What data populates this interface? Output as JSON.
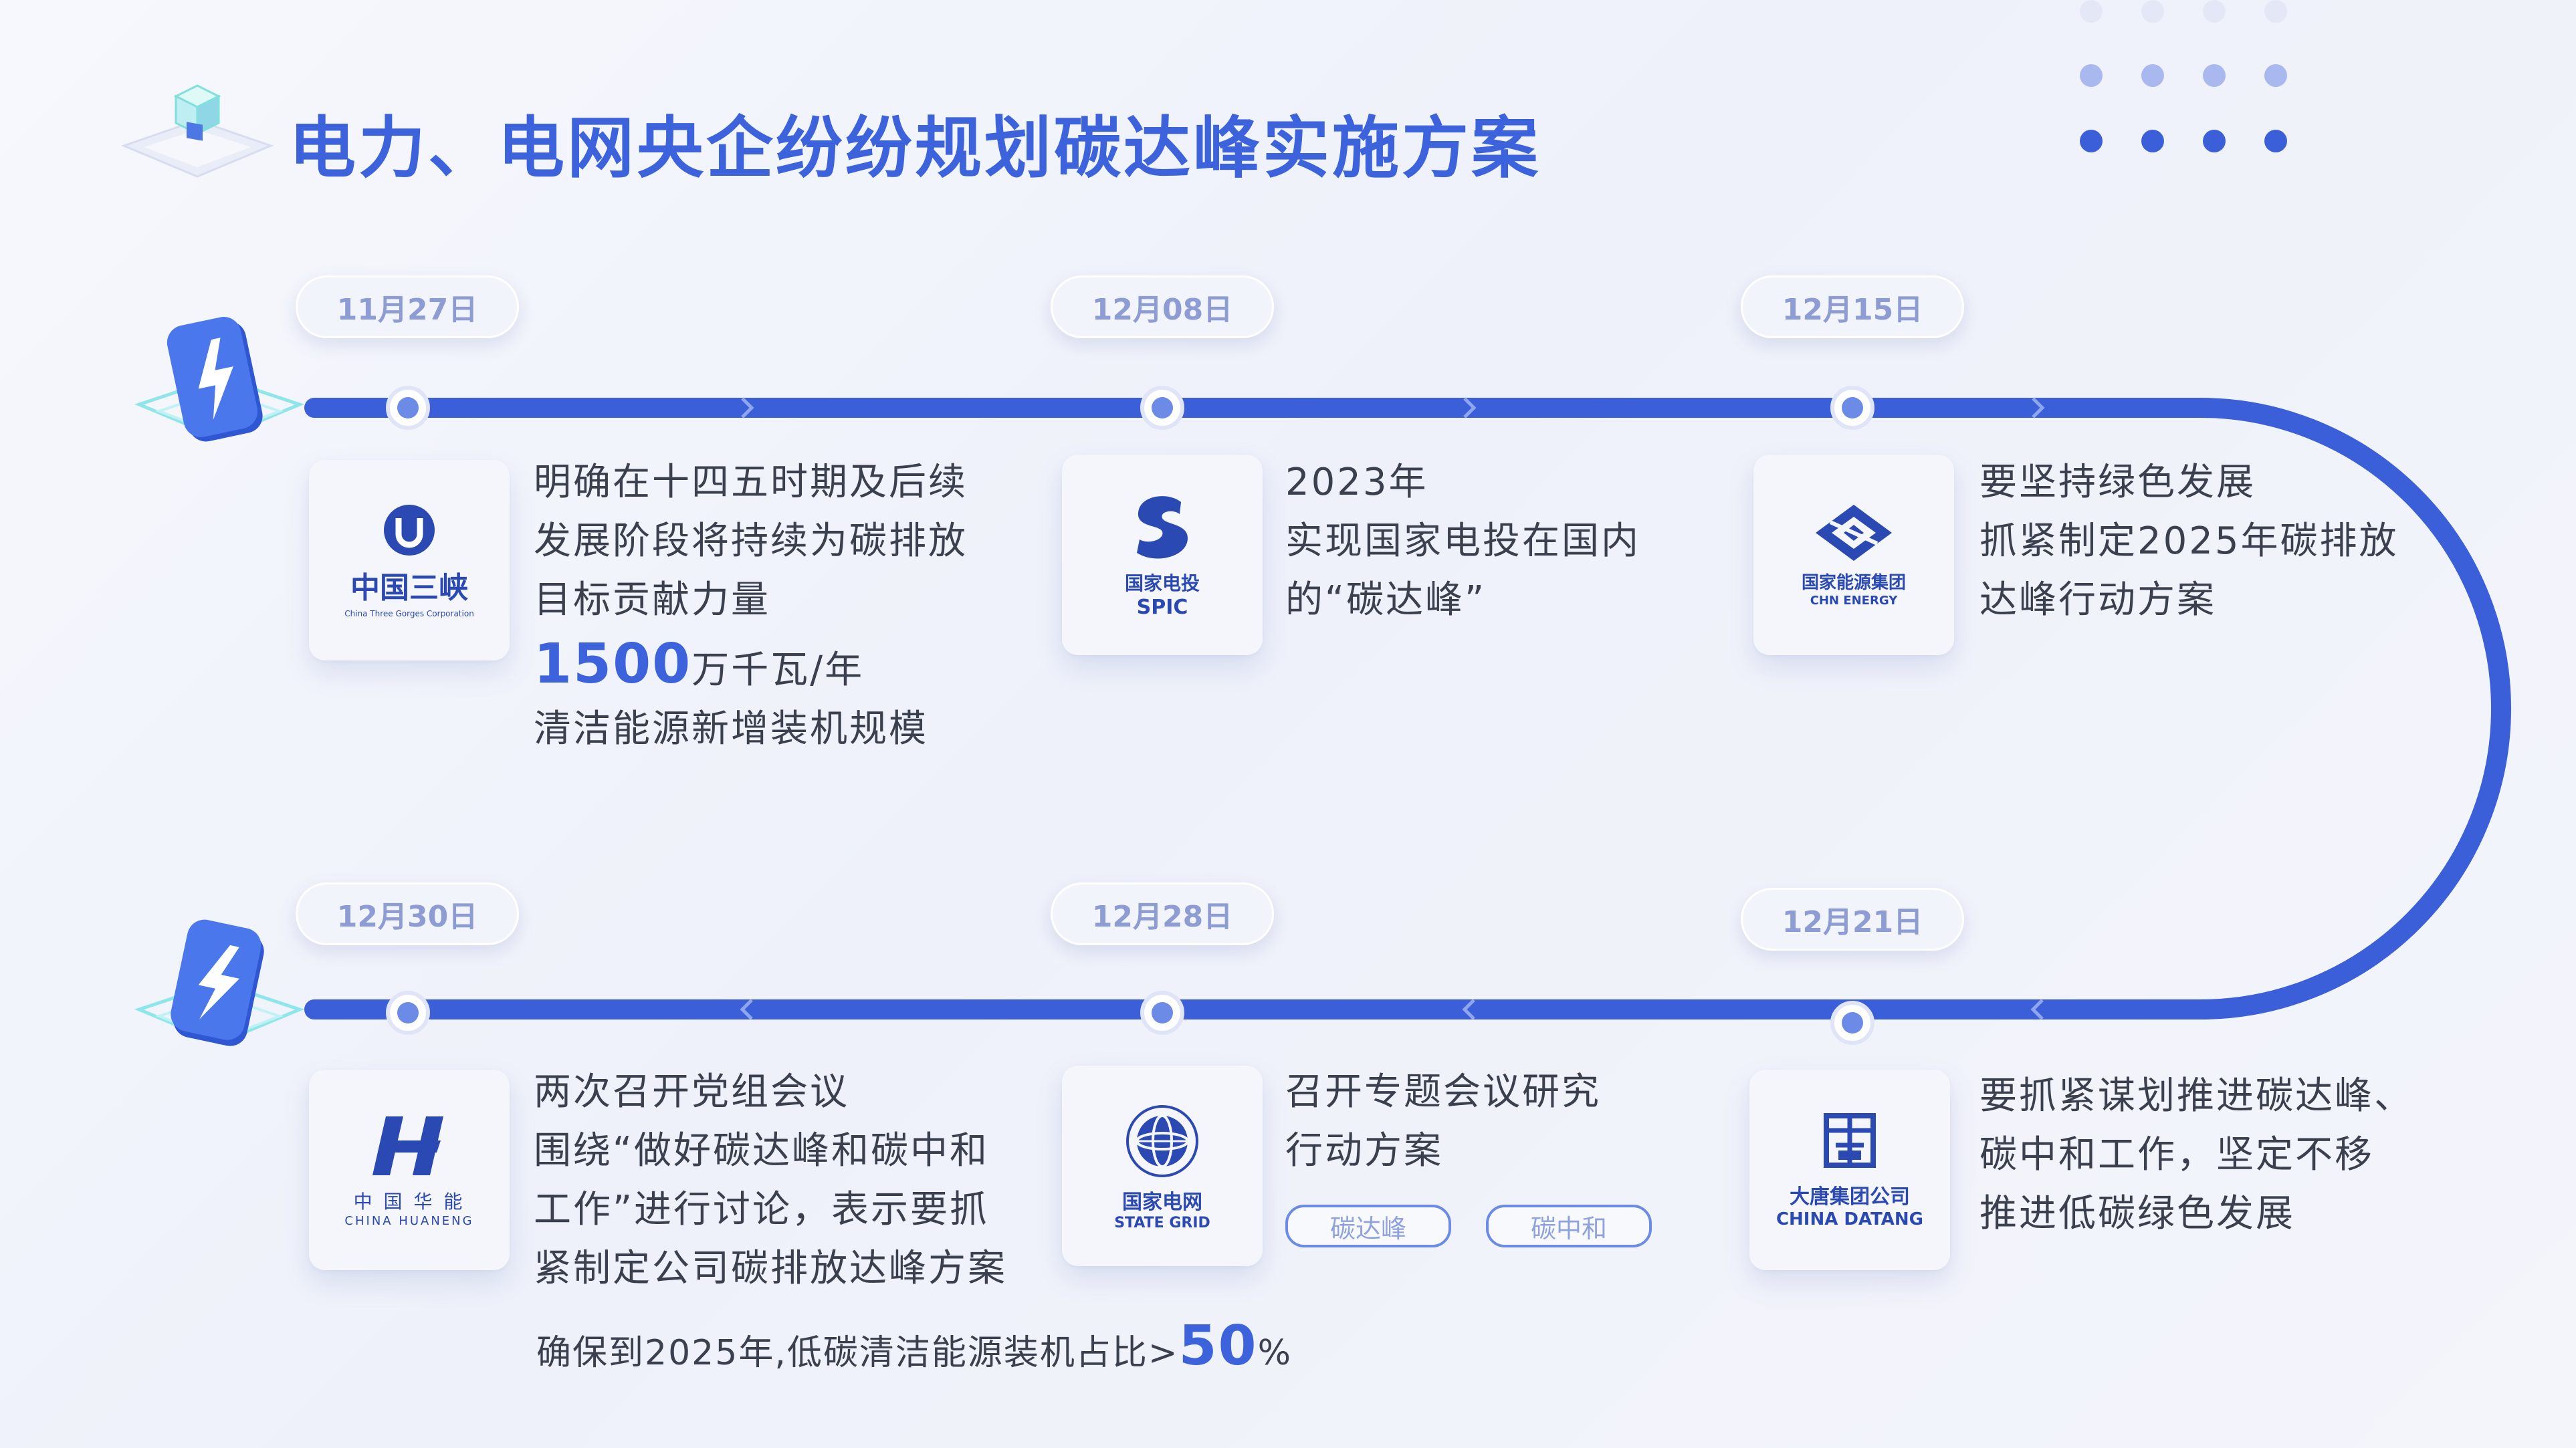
{
  "title": "电力、电网央企纷纷规划碳达峰实施方案",
  "colors": {
    "accent": "#3d63dc",
    "track": "#3b5fd8",
    "muted": "#8d9cd3"
  },
  "events": {
    "e1": {
      "date": "11月27日",
      "logo": {
        "icon": "three-gorges-logo-icon",
        "name": "中国三峡",
        "sub": "China Three Gorges Corporation"
      },
      "lines": [
        "明确在十四五时期及后续",
        "发展阶段将持续为碳排放",
        "目标贡献力量"
      ],
      "stat_value": "1500",
      "stat_unit": "万千瓦/年",
      "stat_desc": "清洁能源新增装机规模"
    },
    "e2": {
      "date": "12月08日",
      "logo": {
        "icon": "spic-logo-icon",
        "name": "国家电投",
        "sub": "SPIC"
      },
      "lines": [
        "2023年",
        "实现国家电投在国内",
        "的“碳达峰”"
      ]
    },
    "e3": {
      "date": "12月15日",
      "logo": {
        "icon": "chn-energy-logo-icon",
        "name": "国家能源集团",
        "sub": "CHN ENERGY"
      },
      "lines": [
        "要坚持绿色发展",
        "抓紧制定2025年碳排放",
        "达峰行动方案"
      ]
    },
    "e4": {
      "date": "12月30日",
      "logo": {
        "icon": "huaneng-logo-icon",
        "name": "中 国 华 能",
        "sub": "CHINA HUANENG"
      },
      "lines": [
        "两次召开党组会议",
        "围绕“做好碳达峰和碳中和",
        "工作”进行讨论，表示要抓",
        "紧制定公司碳排放达峰方案"
      ],
      "bottom_text": "确保到2025年,低碳清洁能源装机占比>",
      "bottom_value": "50",
      "bottom_unit": "%"
    },
    "e5": {
      "date": "12月28日",
      "logo": {
        "icon": "state-grid-logo-icon",
        "name": "国家电网",
        "sub": "STATE GRID"
      },
      "lines": [
        "召开专题会议研究",
        "行动方案"
      ],
      "tags": [
        "碳达峰",
        "碳中和"
      ]
    },
    "e6": {
      "date": "12月21日",
      "logo": {
        "icon": "datang-logo-icon",
        "name": "大唐集团公司",
        "sub": "CHINA DATANG"
      },
      "lines": [
        "要抓紧谋划推进碳达峰、",
        "碳中和工作，坚定不移",
        "推进低碳绿色发展"
      ]
    }
  }
}
